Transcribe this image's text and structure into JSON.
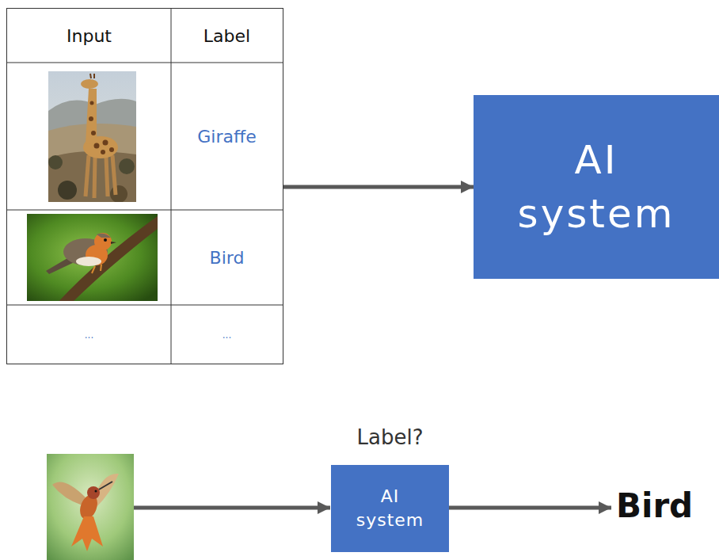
{
  "diagram": {
    "nodes": [
      {
        "text": [
          "Input",
          "Label",
          "Giraffe",
          "Bird",
          "...",
          "..."
        ]
      },
      {
        "text": [
          "AI system"
        ]
      },
      {
        "text": [
          "Label?",
          "AI system"
        ]
      }
    ],
    "edges": [
      {
        "from": 0,
        "to": 1,
        "arrow": "to"
      }
    ],
    "labels": [
      "Bird"
    ]
  }
}
